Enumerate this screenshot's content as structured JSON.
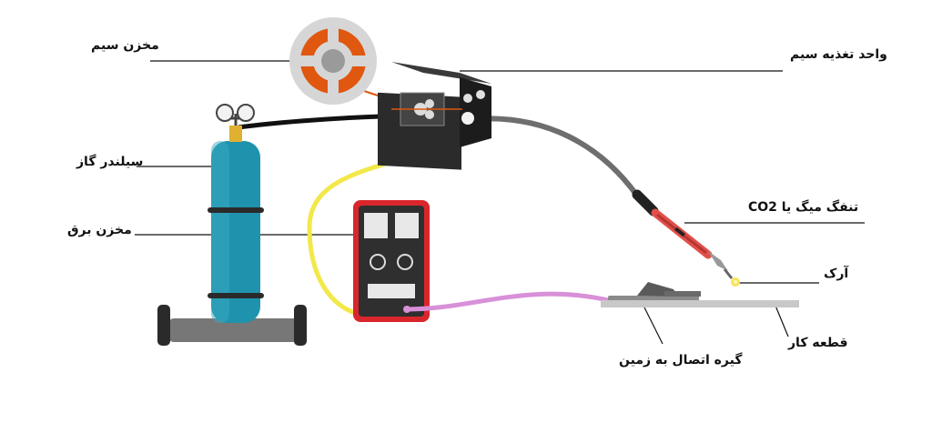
{
  "labels": {
    "wire_reel": "مخزن سیم",
    "wire_feeder": "واحد تغذیه سیم",
    "gas_cylinder": "سیلندر گاز",
    "power_source": "مخزن برق",
    "mig_gun": "تنفگ میگ یا CO2",
    "arc": "آرک",
    "workpiece": "قطعه کار",
    "ground_clamp": "گیره اتصال به زمین"
  },
  "colors": {
    "cylinder": "#1f93ad",
    "reel_ring": "#e0570f",
    "feeder_body": "#2b2b2b",
    "power_frame": "#d9262c",
    "power_body": "#2f2f2f",
    "ground_cable": "#d890d8",
    "feed_cable": "#f2e84a",
    "gun_hose": "#6e6e6e",
    "gun_nozzle": "#e0504a",
    "arc": "#f7e25a"
  }
}
